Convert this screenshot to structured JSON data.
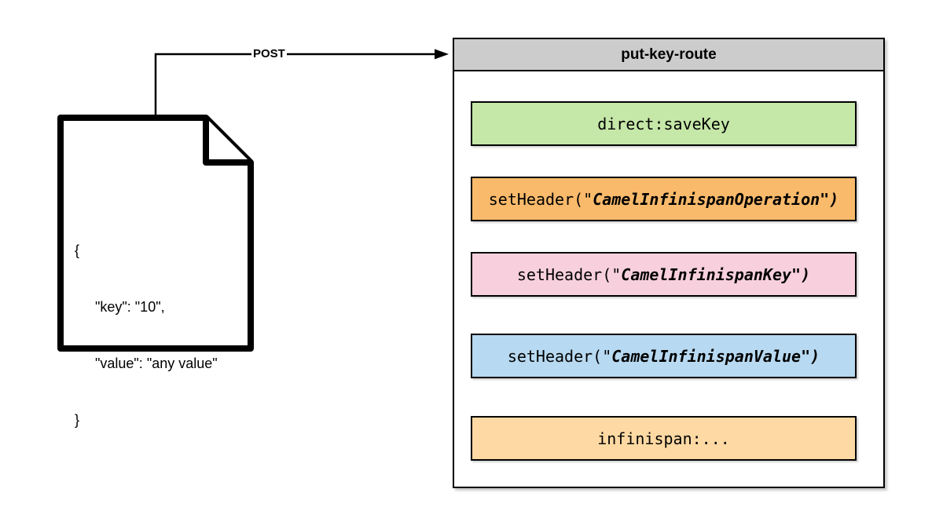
{
  "diagram": {
    "request": {
      "post_label": "POST",
      "document_lines": {
        "line1": "{",
        "line2": "\"key\": \"10\",",
        "line3": "\"value\": \"any value\"",
        "line4": "}"
      }
    },
    "route": {
      "title": "put-key-route",
      "header_fill": "#cccccc",
      "steps": [
        {
          "name": "direct-savekey-endpoint",
          "prefix": "direct:saveKey",
          "emphasis": "",
          "suffix": "",
          "fill": "#c5e7a8"
        },
        {
          "name": "set-header-operation",
          "prefix": "setHeader(\"",
          "emphasis": "CamelInfinispanOperation",
          "suffix": "\")",
          "fill": "#f9ba6b"
        },
        {
          "name": "set-header-key",
          "prefix": "setHeader(\"",
          "emphasis": "CamelInfinispanKey",
          "suffix": "\")",
          "fill": "#f8d0dd"
        },
        {
          "name": "set-header-value",
          "prefix": "setHeader(\"",
          "emphasis": "CamelInfinispanValue",
          "suffix": "\")",
          "fill": "#b7d9f1"
        },
        {
          "name": "infinispan-endpoint",
          "prefix": "infinispan:...",
          "emphasis": "",
          "suffix": "",
          "fill": "#fed9a3"
        }
      ]
    },
    "colors": {
      "line": "#000000",
      "document_fill": "#ffffff",
      "background": "#ffffff"
    }
  }
}
